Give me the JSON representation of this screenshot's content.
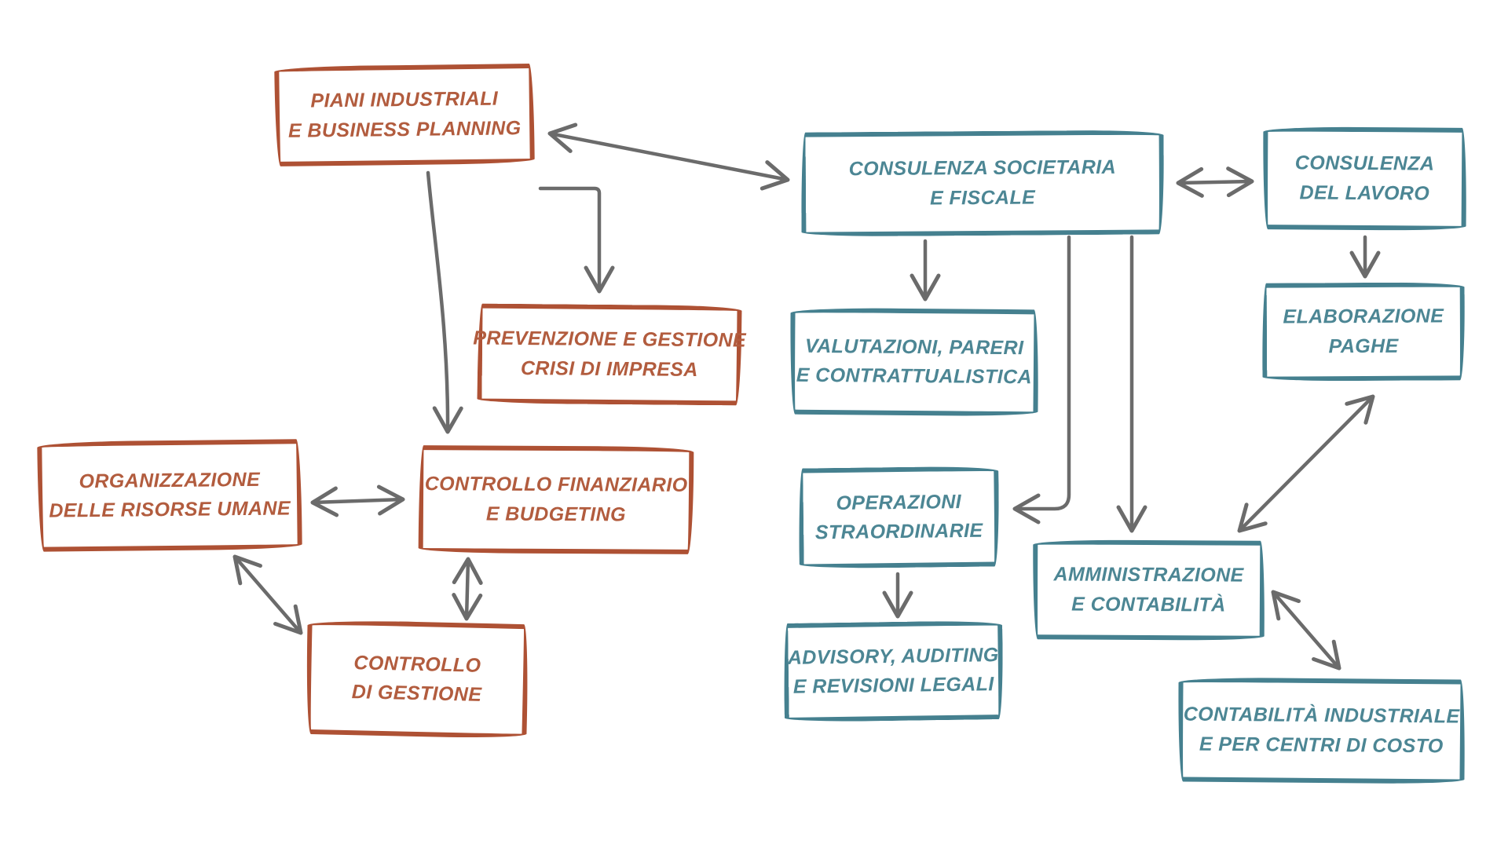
{
  "diagram": {
    "background_color": "#ffffff",
    "palette": {
      "orange_border": "#ae5134",
      "orange_text": "#b25c3e",
      "teal_border": "#45808f",
      "teal_text": "#4c8694",
      "arrow_gray": "#6b6b6b"
    },
    "nodes": [
      {
        "id": "piani",
        "color": "orange",
        "lines": [
          "PIANI INDUSTRIALI",
          "E BUSINESS PLANNING"
        ]
      },
      {
        "id": "prevenzione",
        "color": "orange",
        "lines": [
          "PREVENZIONE E GESTIONE",
          "CRISI DI IMPRESA"
        ]
      },
      {
        "id": "organizzazione",
        "color": "orange",
        "lines": [
          "ORGANIZZAZIONE",
          "DELLE RISORSE UMANE"
        ]
      },
      {
        "id": "controllo-finanziario",
        "color": "orange",
        "lines": [
          "CONTROLLO FINANZIARIO",
          "E BUDGETING"
        ]
      },
      {
        "id": "controllo-gestione",
        "color": "orange",
        "lines": [
          "CONTROLLO",
          "DI GESTIONE"
        ]
      },
      {
        "id": "consulenza-societaria",
        "color": "teal",
        "lines": [
          "CONSULENZA SOCIETARIA",
          "E FISCALE"
        ]
      },
      {
        "id": "consulenza-lavoro",
        "color": "teal",
        "lines": [
          "CONSULENZA",
          "DEL LAVORO"
        ]
      },
      {
        "id": "elaborazione-paghe",
        "color": "teal",
        "lines": [
          "ELABORAZIONE",
          "PAGHE"
        ]
      },
      {
        "id": "valutazioni",
        "color": "teal",
        "lines": [
          "VALUTAZIONI, PARERI",
          "E CONTRATTUALISTICA"
        ]
      },
      {
        "id": "operazioni-straordinarie",
        "color": "teal",
        "lines": [
          "OPERAZIONI",
          "STRAORDINARIE"
        ]
      },
      {
        "id": "amministrazione",
        "color": "teal",
        "lines": [
          "AMMINISTRAZIONE",
          "E CONTABILITÀ"
        ]
      },
      {
        "id": "advisory",
        "color": "teal",
        "lines": [
          "ADVISORY, AUDITING",
          "E REVISIONI LEGALI"
        ]
      },
      {
        "id": "contabilita-industriale",
        "color": "teal",
        "lines": [
          "CONTABILITÀ INDUSTRIALE",
          "E PER CENTRI DI COSTO"
        ]
      }
    ],
    "edges": [
      {
        "from": "piani",
        "to": "consulenza-societaria",
        "bidirectional": true
      },
      {
        "from": "consulenza-societaria",
        "to": "consulenza-lavoro",
        "bidirectional": true
      },
      {
        "from": "piani",
        "to": "prevenzione",
        "bidirectional": false
      },
      {
        "from": "piani",
        "to": "controllo-finanziario",
        "bidirectional": false
      },
      {
        "from": "consulenza-societaria",
        "to": "valutazioni",
        "bidirectional": false
      },
      {
        "from": "consulenza-lavoro",
        "to": "elaborazione-paghe",
        "bidirectional": false
      },
      {
        "from": "consulenza-societaria",
        "to": "operazioni-straordinarie",
        "bidirectional": false
      },
      {
        "from": "consulenza-societaria",
        "to": "amministrazione",
        "bidirectional": false
      },
      {
        "from": "operazioni-straordinarie",
        "to": "advisory",
        "bidirectional": false
      },
      {
        "from": "organizzazione",
        "to": "controllo-finanziario",
        "bidirectional": true
      },
      {
        "from": "organizzazione",
        "to": "controllo-gestione",
        "bidirectional": true
      },
      {
        "from": "controllo-finanziario",
        "to": "controllo-gestione",
        "bidirectional": true
      },
      {
        "from": "amministrazione",
        "to": "elaborazione-paghe",
        "bidirectional": true
      },
      {
        "from": "amministrazione",
        "to": "contabilita-industriale",
        "bidirectional": true
      }
    ]
  }
}
